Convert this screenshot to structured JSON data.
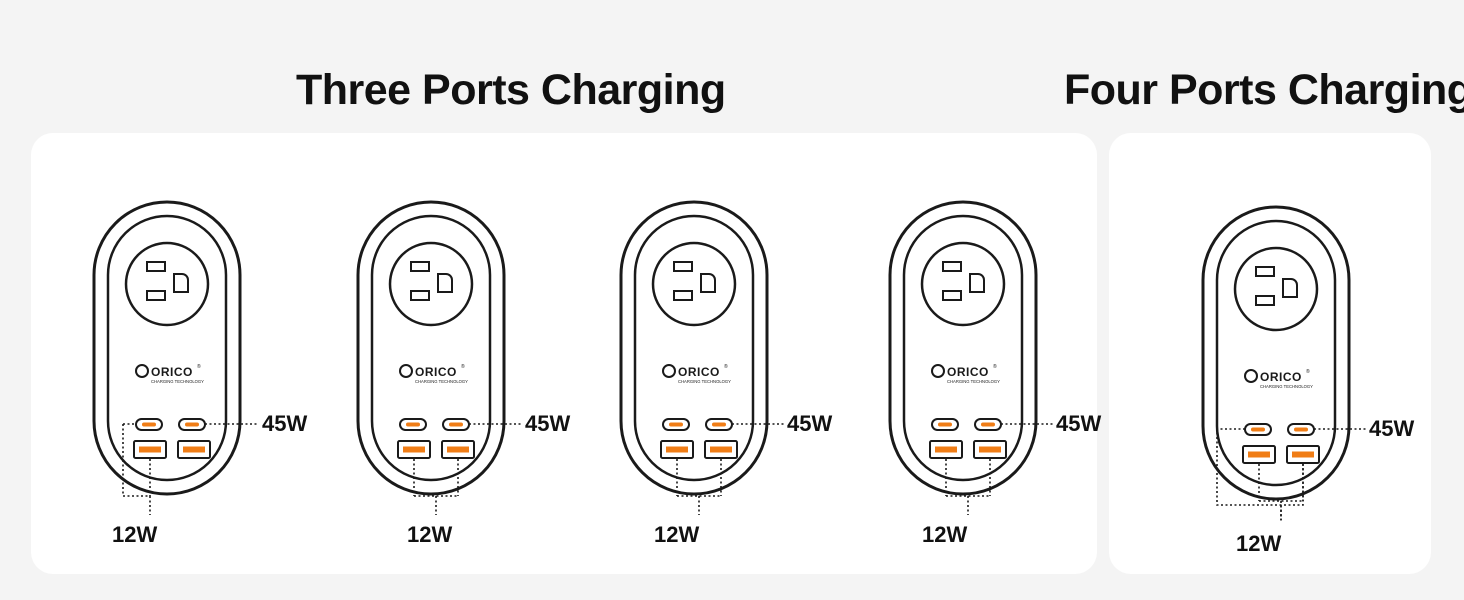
{
  "sections": {
    "three": {
      "title": "Three Ports Charging"
    },
    "four": {
      "title": "Four Ports Charging"
    }
  },
  "brand": {
    "name": "ORICO",
    "tagline": "CHARGING TECHNOLOGY",
    "mark": "®"
  },
  "labels": {
    "high": "45W",
    "low": "12W"
  },
  "colors": {
    "page_bg": "#f4f4f4",
    "panel_bg": "#ffffff",
    "outline": "#1a1a1a",
    "port_accent": "#f07d16"
  },
  "devices": [
    {
      "section": "three",
      "active_usb_c": [
        true,
        true
      ],
      "active_usb_a": [
        true,
        false
      ]
    },
    {
      "section": "three",
      "active_usb_c": [
        true,
        true
      ],
      "active_usb_a": [
        true,
        true
      ]
    },
    {
      "section": "three",
      "active_usb_c": [
        true,
        true
      ],
      "active_usb_a": [
        true,
        true
      ]
    },
    {
      "section": "three",
      "active_usb_c": [
        true,
        true
      ],
      "active_usb_a": [
        true,
        true
      ]
    },
    {
      "section": "four",
      "active_usb_c": [
        true,
        true
      ],
      "active_usb_a": [
        true,
        true
      ]
    }
  ]
}
